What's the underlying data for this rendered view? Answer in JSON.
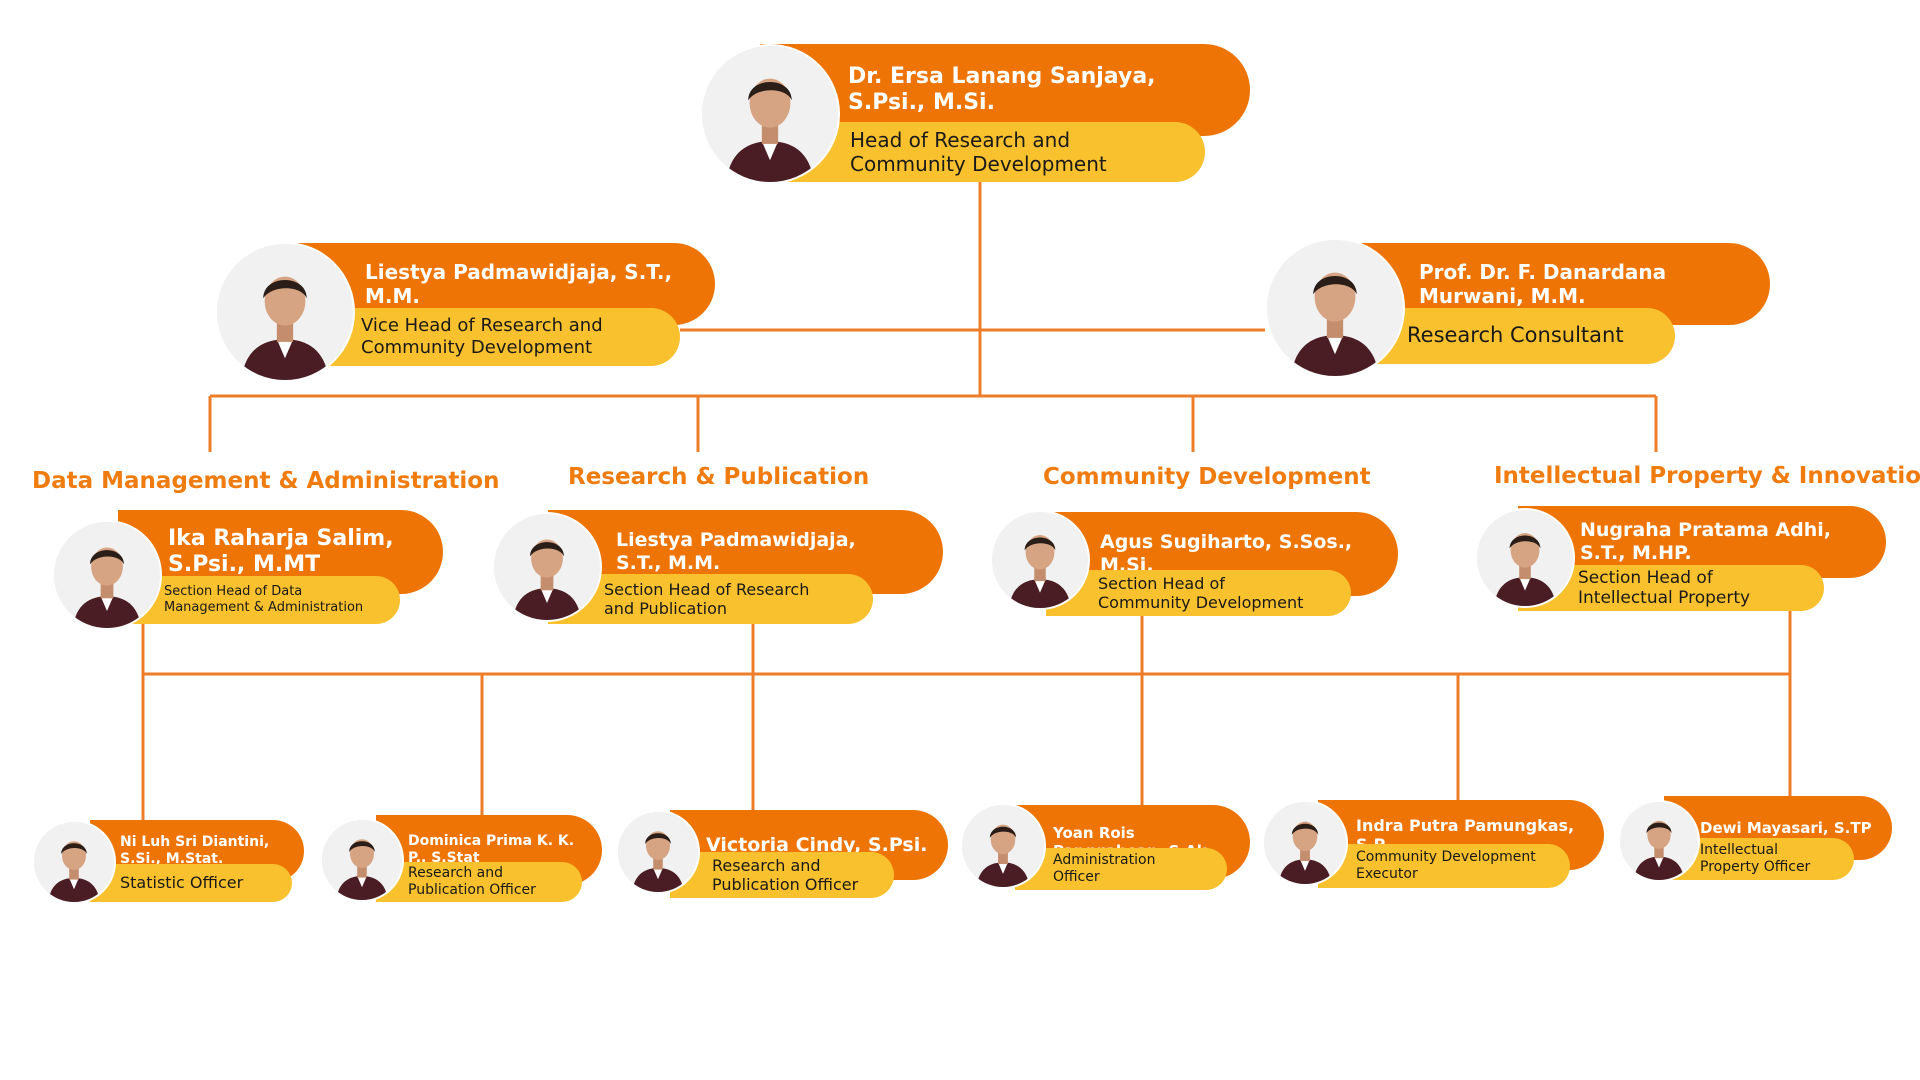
{
  "colors": {
    "name_pill": "#ee7405",
    "role_pill": "#fac12e",
    "connector": "#ee7d2a",
    "heading": "#f07b0f",
    "photo_bg": "#f1f1f1",
    "jacket": "#4a1d24"
  },
  "icons": {
    "photo": "person-portrait-icon"
  },
  "headings": {
    "data_management": "Data Management & Administration",
    "research_publication": "Research & Publication",
    "community_development": "Community Development",
    "intellectual_property": "Intellectual Property & Innovation"
  },
  "people": {
    "head": {
      "name": "Dr. Ersa Lanang Sanjaya,\nS.Psi., M.Si.",
      "role": "Head of Research and\nCommunity Development"
    },
    "vice": {
      "name": "Liestya Padmawidjaja, S.T.,\nM.M.",
      "role": "Vice Head of Research and\nCommunity Development"
    },
    "consultant": {
      "name": "Prof. Dr. F. Danardana\nMurwani, M.M.",
      "role": "Research Consultant"
    },
    "sec_data": {
      "name": "Ika Raharja Salim,\nS.Psi., M.MT",
      "role": "Section Head of Data\nManagement & Administration"
    },
    "sec_research": {
      "name": "Liestya Padmawidjaja,\nS.T., M.M.",
      "role": "Section Head of Research\nand Publication"
    },
    "sec_community": {
      "name": "Agus Sugiharto, S.Sos.,\nM.Si.",
      "role": "Section Head of\nCommunity Development"
    },
    "sec_ip": {
      "name": "Nugraha Pratama Adhi,\nS.T., M.HP.",
      "role": "Section Head of\nIntellectual Property"
    },
    "staff_statistic": {
      "name": "Ni Luh Sri Diantini,\nS.Si., M.Stat.",
      "role": "Statistic Officer"
    },
    "staff_dominica": {
      "name": "Dominica Prima K. K.\nP., S.Stat",
      "role": "Research and\nPublication Officer"
    },
    "staff_victoria": {
      "name": "Victoria Cindy, S.Psi.",
      "role": "Research and\nPublication Officer"
    },
    "staff_yoan": {
      "name": "Yoan Rois\nPanggabean, S.Ak",
      "role": "Administration\nOfficer"
    },
    "staff_indra": {
      "name": "Indra Putra Pamungkas,\nS.P.",
      "role": "Community Development\nExecutor"
    },
    "staff_dewi": {
      "name": "Dewi Mayasari, S.TP",
      "role": "Intellectual\nProperty Officer"
    }
  }
}
